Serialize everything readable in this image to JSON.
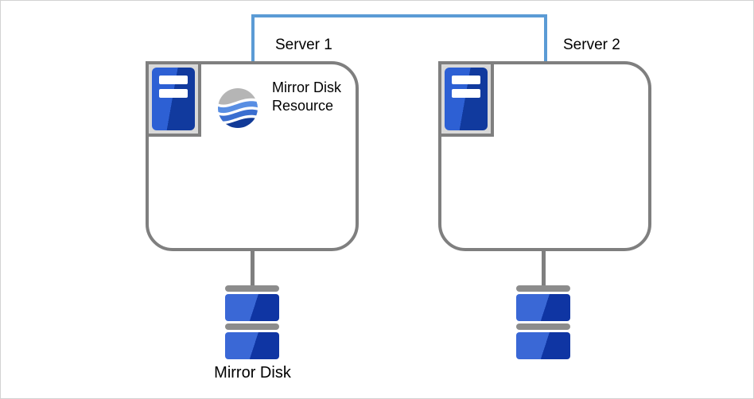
{
  "diagram": {
    "title": "mirror-disk-cluster-diagram",
    "servers": [
      {
        "label": "Server 1",
        "has_resource_icon": true
      },
      {
        "label": "Server 2",
        "has_resource_icon": false
      }
    ],
    "resource_label": "Mirror Disk Resource",
    "disk_label": "Mirror Disk",
    "icons": {
      "server_tower": "server-tower-icon",
      "resource_sphere": "mirror-disk-resource-icon",
      "disk_stack": "mirror-disk-icon"
    },
    "colors": {
      "interconnect_blue": "#5b9bd5",
      "outline_gray": "#7f7f7f",
      "icon_frame_gray": "#d9d9d9",
      "tower_blue_light": "#2d60d4",
      "tower_blue_dark": "#113a9e",
      "disk_blue_light": "#3a68d6",
      "disk_blue_dark": "#0f35a3",
      "disk_bar_gray": "#8c8c8c",
      "wave_gray": "#b5b5b5",
      "wave_blue_light": "#588ee3",
      "wave_blue_mid": "#3a6ed0",
      "wave_blue_dark": "#113a97",
      "text": "#000000"
    }
  }
}
